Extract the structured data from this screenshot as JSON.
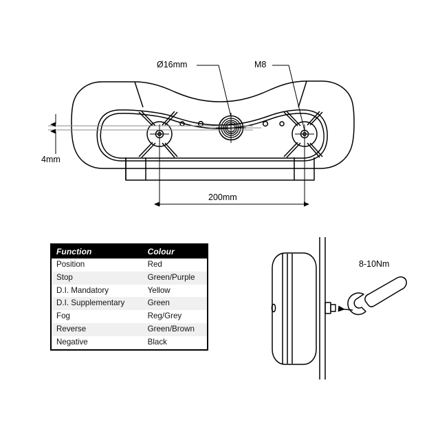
{
  "drawing": {
    "title": "Lamp mounting technical drawing",
    "top_view": {
      "name": "Lamp front/plan view",
      "annotations": [
        {
          "id": "dia16",
          "text": "Ø16mm",
          "meaning": "cable-entry-hole-diameter"
        },
        {
          "id": "m8",
          "text": "M8",
          "meaning": "mounting-stud-thread"
        },
        {
          "id": "height",
          "text": "4mm",
          "meaning": "panel-standoff-thickness"
        },
        {
          "id": "spacing",
          "text": "200mm",
          "meaning": "mounting-stud-centre-spacing"
        }
      ]
    },
    "side_view": {
      "name": "Lamp side section with panel and spanner",
      "annotations": [
        {
          "id": "torque",
          "text": "8-10Nm",
          "meaning": "nut-tightening-torque"
        }
      ]
    }
  },
  "spec_table": {
    "name": "Function to wire colour table",
    "headers": {
      "function": "Function",
      "colour": "Colour"
    },
    "rows": [
      {
        "function": "Position",
        "colour": "Red"
      },
      {
        "function": "Stop",
        "colour": "Green/Purple"
      },
      {
        "function": "D.I. Mandatory",
        "colour": "Yellow"
      },
      {
        "function": "D.I. Supplementary",
        "colour": "Green"
      },
      {
        "function": "Fog",
        "colour": "Reg/Grey"
      },
      {
        "function": "Reverse",
        "colour": "Green/Brown"
      },
      {
        "function": "Negative",
        "colour": "Black"
      }
    ]
  },
  "colors": {
    "ink": "#000000",
    "paper": "#ffffff",
    "row_shade": "#f0f0f0",
    "header_bg": "#000000",
    "header_fg": "#ffffff"
  }
}
